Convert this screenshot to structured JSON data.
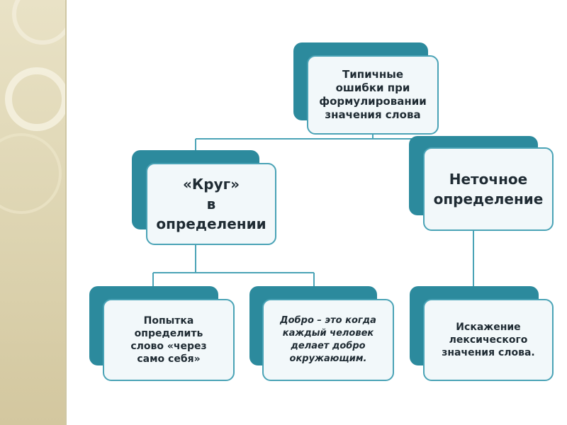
{
  "root": {
    "lines": [
      "Типичные",
      "ошибки при",
      "формулировании",
      "значения слова"
    ]
  },
  "left_branch": {
    "lines": [
      "«Круг»",
      "в",
      "определении"
    ]
  },
  "right_branch": {
    "lines": [
      "Неточное",
      "определение"
    ]
  },
  "leaf_1": {
    "lines": [
      "Попытка",
      "определить",
      "слово «через",
      "само себя»"
    ]
  },
  "leaf_2": {
    "lines": [
      "Добро – это когда",
      "каждый человек",
      "делает добро",
      "окружающим."
    ]
  },
  "leaf_3": {
    "lines": [
      "Искажение",
      "лексического",
      "значения слова."
    ]
  },
  "colors": {
    "box_back": "#2c8a9d",
    "box_border": "#4aa3b6",
    "box_fill": "#f2f8fa",
    "connector": "#4aa3b6",
    "sidebar": "#ddd4b1"
  }
}
